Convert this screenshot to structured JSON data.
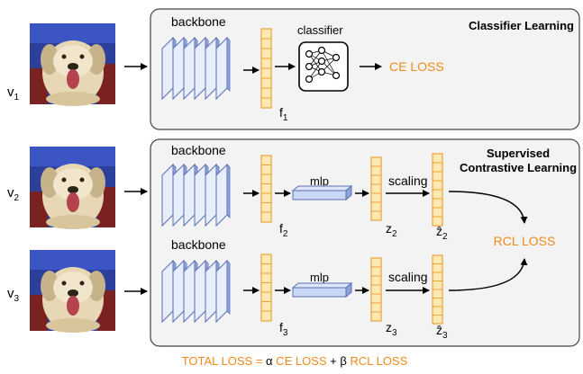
{
  "inputs": {
    "v1": "v",
    "v1_sub": "1",
    "v2": "v",
    "v2_sub": "2",
    "v3": "v",
    "v3_sub": "3"
  },
  "top_panel": {
    "title": "Classifier Learning",
    "backbone_label": "backbone",
    "classifier_label": "classifier",
    "feature_label": "f",
    "feature_sub": "1",
    "loss_label": "CE LOSS"
  },
  "bottom_panel": {
    "title_line1": "Supervised",
    "title_line2": "Contrastive Learning",
    "branch1": {
      "backbone_label": "backbone",
      "feature_label": "f",
      "feature_sub": "2",
      "mlp_label": "mlp",
      "proj_label": "z",
      "proj_sub": "2",
      "scaling_label": "scaling",
      "scaled_label": "ẑ",
      "scaled_sub": "2"
    },
    "branch2": {
      "backbone_label": "backbone",
      "feature_label": "f",
      "feature_sub": "3",
      "mlp_label": "mlp",
      "proj_label": "z",
      "proj_sub": "3",
      "scaling_label": "scaling",
      "scaled_label": "ẑ",
      "scaled_sub": "3"
    },
    "loss_label": "RCL LOSS"
  },
  "total_loss": {
    "prefix": "TOTAL LOSS = ",
    "alpha": "α",
    "ce": " CE LOSS",
    "plus": " + ",
    "beta": "β",
    "rcl": " RCL LOSS"
  },
  "colors": {
    "accent": "#f08a1c",
    "feature_fill": "#ffe9b3",
    "feature_stroke": "#e8a33a",
    "panel_fill": "#f3f3f3",
    "block_fill": "#e6eefb",
    "block_stroke": "#5b6fb3",
    "mlp_fill": "#c9d8f4"
  }
}
